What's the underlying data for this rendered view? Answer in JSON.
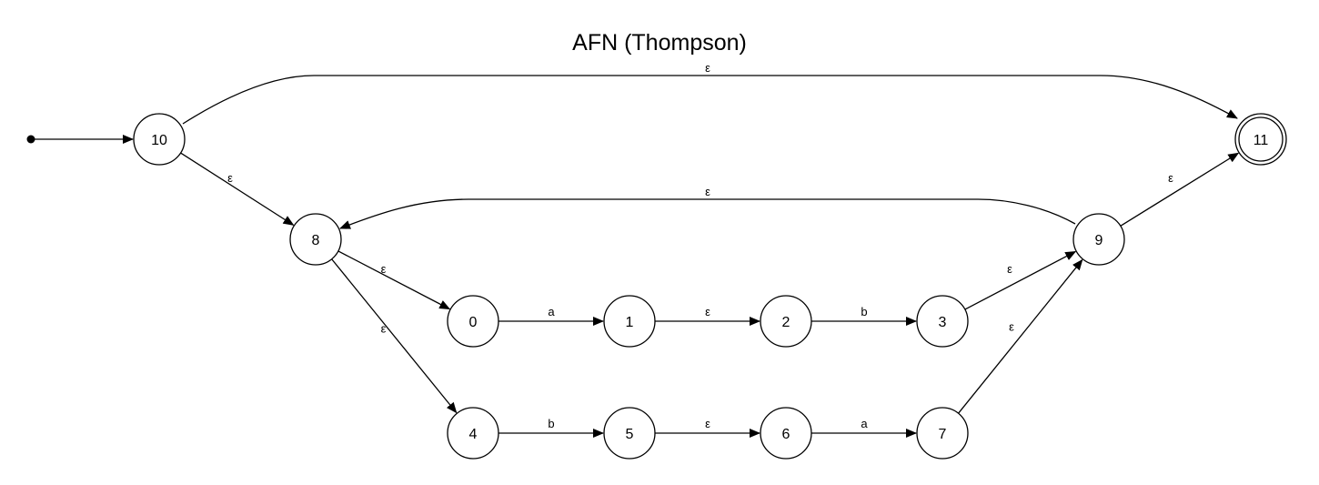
{
  "title": "AFN (Thompson)",
  "automaton": {
    "start_state": "10",
    "accepting_states": [
      "11"
    ],
    "states": [
      "0",
      "1",
      "2",
      "3",
      "4",
      "5",
      "6",
      "7",
      "8",
      "9",
      "10",
      "11"
    ],
    "transitions": [
      {
        "from": "10",
        "to": "11",
        "label": "ε"
      },
      {
        "from": "10",
        "to": "8",
        "label": "ε"
      },
      {
        "from": "9",
        "to": "8",
        "label": "ε"
      },
      {
        "from": "9",
        "to": "11",
        "label": "ε"
      },
      {
        "from": "8",
        "to": "0",
        "label": "ε"
      },
      {
        "from": "8",
        "to": "4",
        "label": "ε"
      },
      {
        "from": "0",
        "to": "1",
        "label": "a"
      },
      {
        "from": "1",
        "to": "2",
        "label": "ε"
      },
      {
        "from": "2",
        "to": "3",
        "label": "b"
      },
      {
        "from": "3",
        "to": "9",
        "label": "ε"
      },
      {
        "from": "4",
        "to": "5",
        "label": "b"
      },
      {
        "from": "5",
        "to": "6",
        "label": "ε"
      },
      {
        "from": "6",
        "to": "7",
        "label": "a"
      },
      {
        "from": "7",
        "to": "9",
        "label": "ε"
      }
    ]
  }
}
